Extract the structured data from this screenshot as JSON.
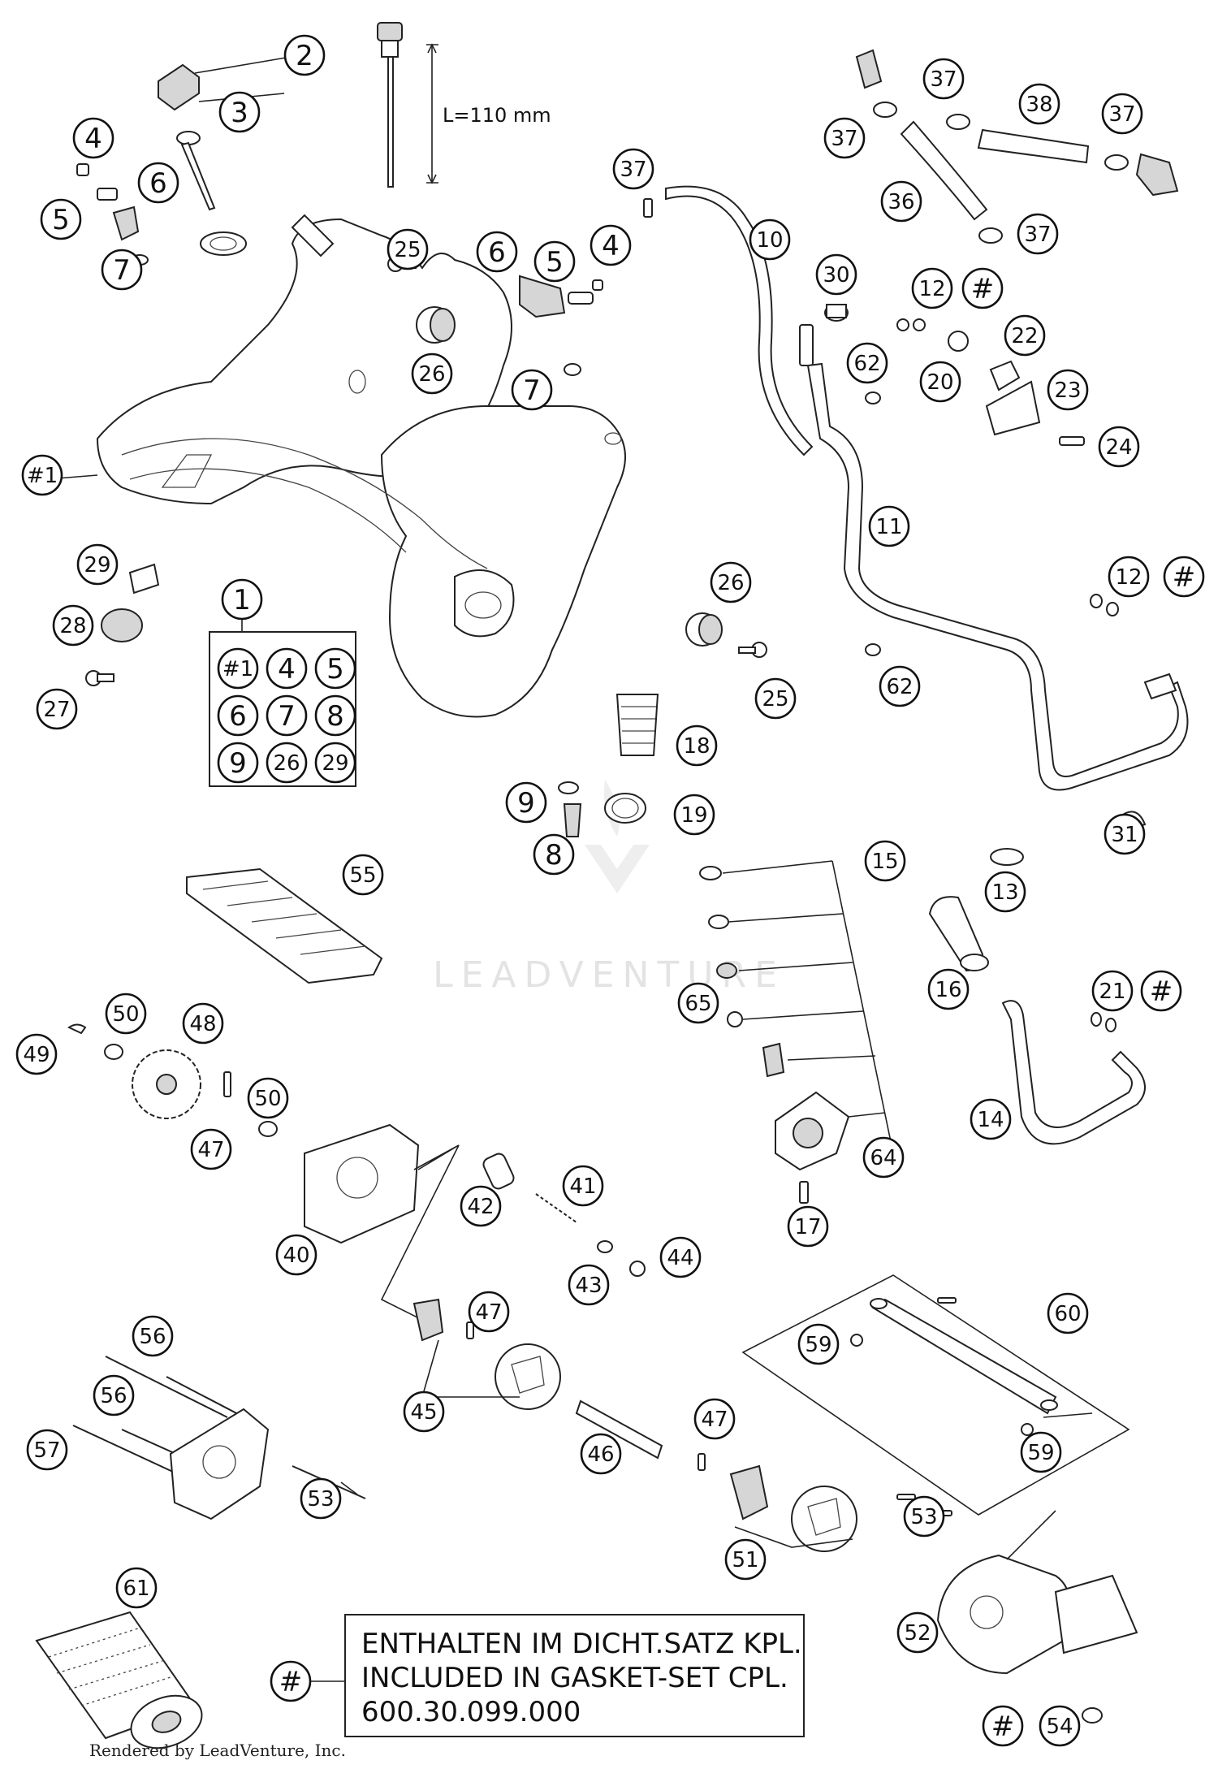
{
  "dimension_label": "L=110 mm",
  "watermark": "LEADVENTURE",
  "credit": "Rendered by LeadVenture, Inc.",
  "gasket_note": {
    "symbol": "#",
    "line1": "ENTHALTEN IM DICHT.SATZ KPL.",
    "line2": "INCLUDED IN GASKET-SET CPL.",
    "line3": "600.30.099.000"
  },
  "kit_box": {
    "callout": "1",
    "items": [
      "#1",
      "4",
      "5",
      "6",
      "7",
      "8",
      "9",
      "26",
      "29"
    ]
  },
  "callouts": [
    {
      "label": "2"
    },
    {
      "label": "3"
    },
    {
      "label": "4"
    },
    {
      "label": "5"
    },
    {
      "label": "6"
    },
    {
      "label": "7"
    },
    {
      "label": "#1"
    },
    {
      "label": "25"
    },
    {
      "label": "26"
    },
    {
      "label": "6"
    },
    {
      "label": "5"
    },
    {
      "label": "4"
    },
    {
      "label": "7"
    },
    {
      "label": "37"
    },
    {
      "label": "10"
    },
    {
      "label": "37"
    },
    {
      "label": "38"
    },
    {
      "label": "37"
    },
    {
      "label": "37"
    },
    {
      "label": "36"
    },
    {
      "label": "37"
    },
    {
      "label": "30"
    },
    {
      "label": "12"
    },
    {
      "label": "#"
    },
    {
      "label": "62"
    },
    {
      "label": "22"
    },
    {
      "label": "20"
    },
    {
      "label": "23"
    },
    {
      "label": "24"
    },
    {
      "label": "11"
    },
    {
      "label": "12"
    },
    {
      "label": "#"
    },
    {
      "label": "62"
    },
    {
      "label": "26"
    },
    {
      "label": "25"
    },
    {
      "label": "29"
    },
    {
      "label": "28"
    },
    {
      "label": "27"
    },
    {
      "label": "18"
    },
    {
      "label": "9"
    },
    {
      "label": "8"
    },
    {
      "label": "19"
    },
    {
      "label": "31"
    },
    {
      "label": "55"
    },
    {
      "label": "15"
    },
    {
      "label": "13"
    },
    {
      "label": "16"
    },
    {
      "label": "21"
    },
    {
      "label": "#"
    },
    {
      "label": "65"
    },
    {
      "label": "14"
    },
    {
      "label": "64"
    },
    {
      "label": "17"
    },
    {
      "label": "49"
    },
    {
      "label": "50"
    },
    {
      "label": "48"
    },
    {
      "label": "50"
    },
    {
      "label": "47"
    },
    {
      "label": "40"
    },
    {
      "label": "42"
    },
    {
      "label": "41"
    },
    {
      "label": "43"
    },
    {
      "label": "44"
    },
    {
      "label": "60"
    },
    {
      "label": "59"
    },
    {
      "label": "59"
    },
    {
      "label": "56"
    },
    {
      "label": "56"
    },
    {
      "label": "57"
    },
    {
      "label": "53"
    },
    {
      "label": "47"
    },
    {
      "label": "45"
    },
    {
      "label": "46"
    },
    {
      "label": "47"
    },
    {
      "label": "53"
    },
    {
      "label": "51"
    },
    {
      "label": "61"
    },
    {
      "label": "52"
    },
    {
      "label": "#"
    },
    {
      "label": "54"
    }
  ]
}
